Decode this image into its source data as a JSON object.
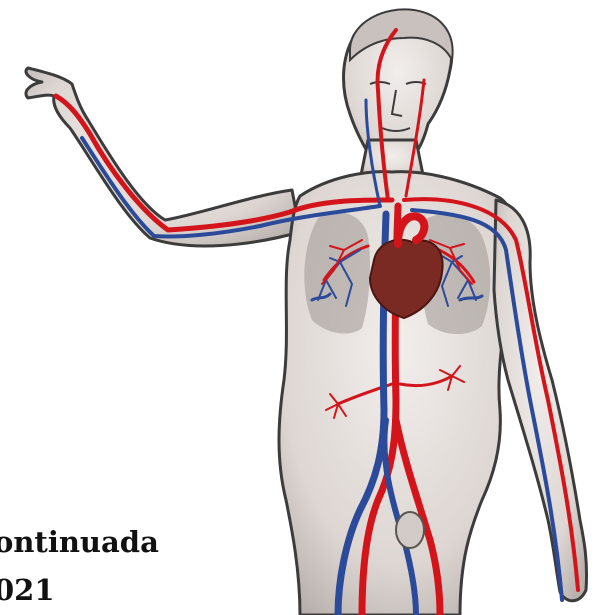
{
  "caption": {
    "line1": "ontinuada",
    "line2": "021"
  },
  "illustration": {
    "subject": "human-circulatory-system",
    "colors": {
      "background": "#ffffff",
      "skin": "#e4dedb",
      "skin_shadow": "#a8a09c",
      "outline": "#3c3c3c",
      "lung": "#9f9793",
      "artery": "#d4141b",
      "vein": "#2b4a9a",
      "heart": "#7a2a22",
      "text": "#111111"
    }
  }
}
